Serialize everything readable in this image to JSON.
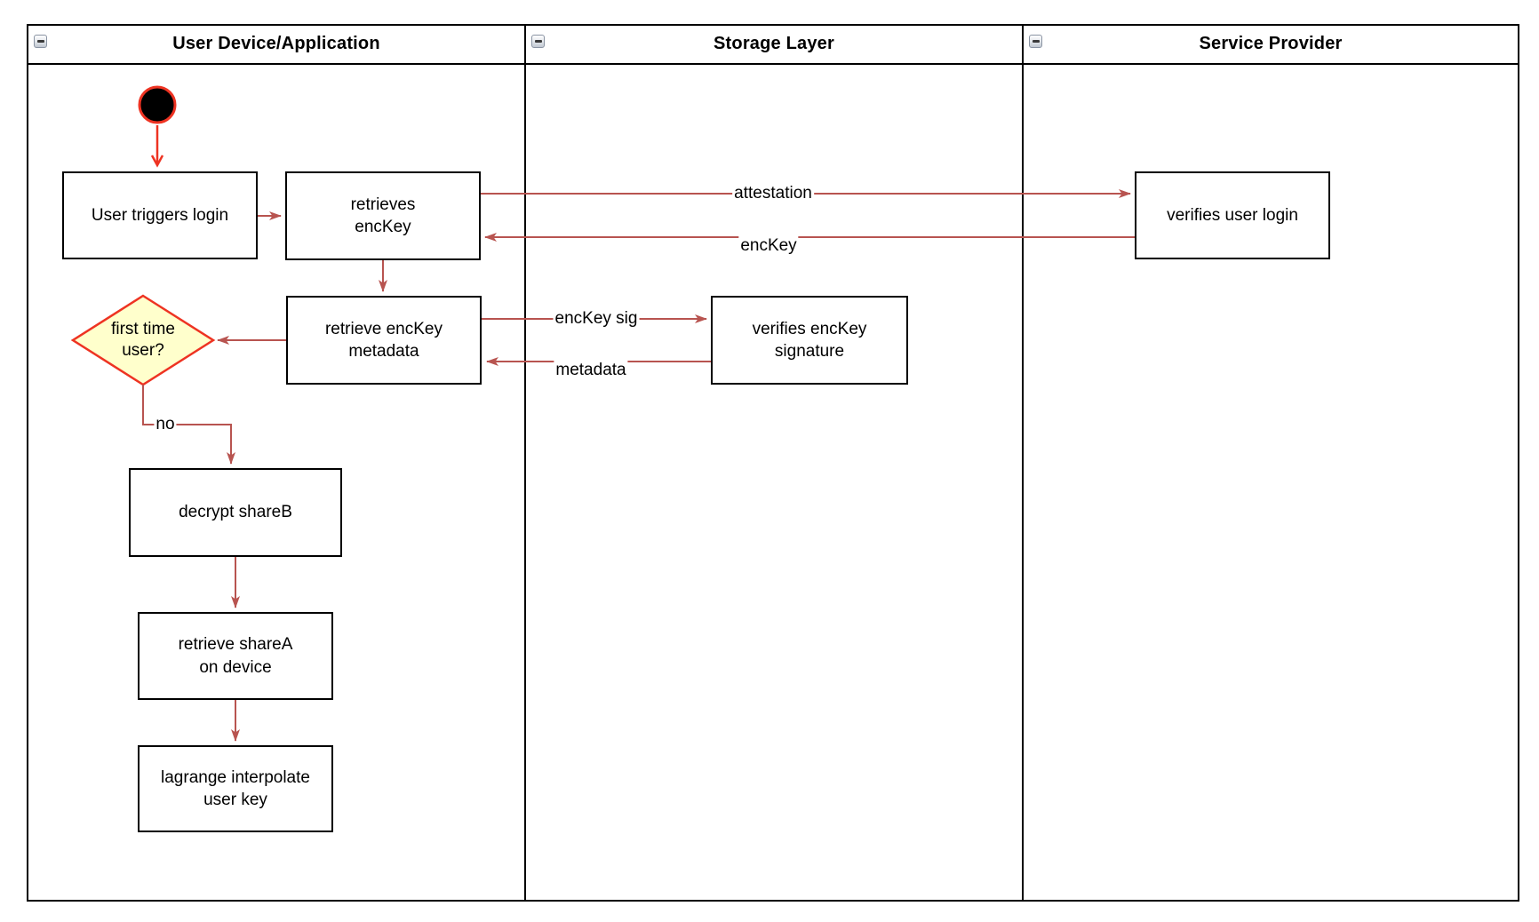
{
  "colors": {
    "arrow": "#b85450",
    "accent": "#ee3322",
    "decision_fill": "#ffffcc",
    "node_border": "#000000",
    "node_fill": "#ffffff"
  },
  "lanes": [
    {
      "title": "User Device/Application"
    },
    {
      "title": "Storage Layer"
    },
    {
      "title": "Service Provider"
    }
  ],
  "icons": {
    "collapse": "minus-icon"
  },
  "nodes": {
    "user_triggers_login": "User triggers login",
    "retrieves_enckey": "retrieves\nencKey",
    "retrieve_enckey_metadata": "retrieve encKey\nmetadata",
    "first_time_user": "first time\nuser?",
    "decrypt_shareb": "decrypt shareB",
    "retrieve_sharea": "retrieve shareA\non device",
    "lagrange_interpolate": "lagrange interpolate\nuser key",
    "verifies_enckey_signature": "verifies encKey\nsignature",
    "verifies_user_login": "verifies user login"
  },
  "edges": {
    "attestation": "attestation",
    "enckey": "encKey",
    "enckey_sig": "encKey sig",
    "metadata": "metadata",
    "no": "no"
  }
}
